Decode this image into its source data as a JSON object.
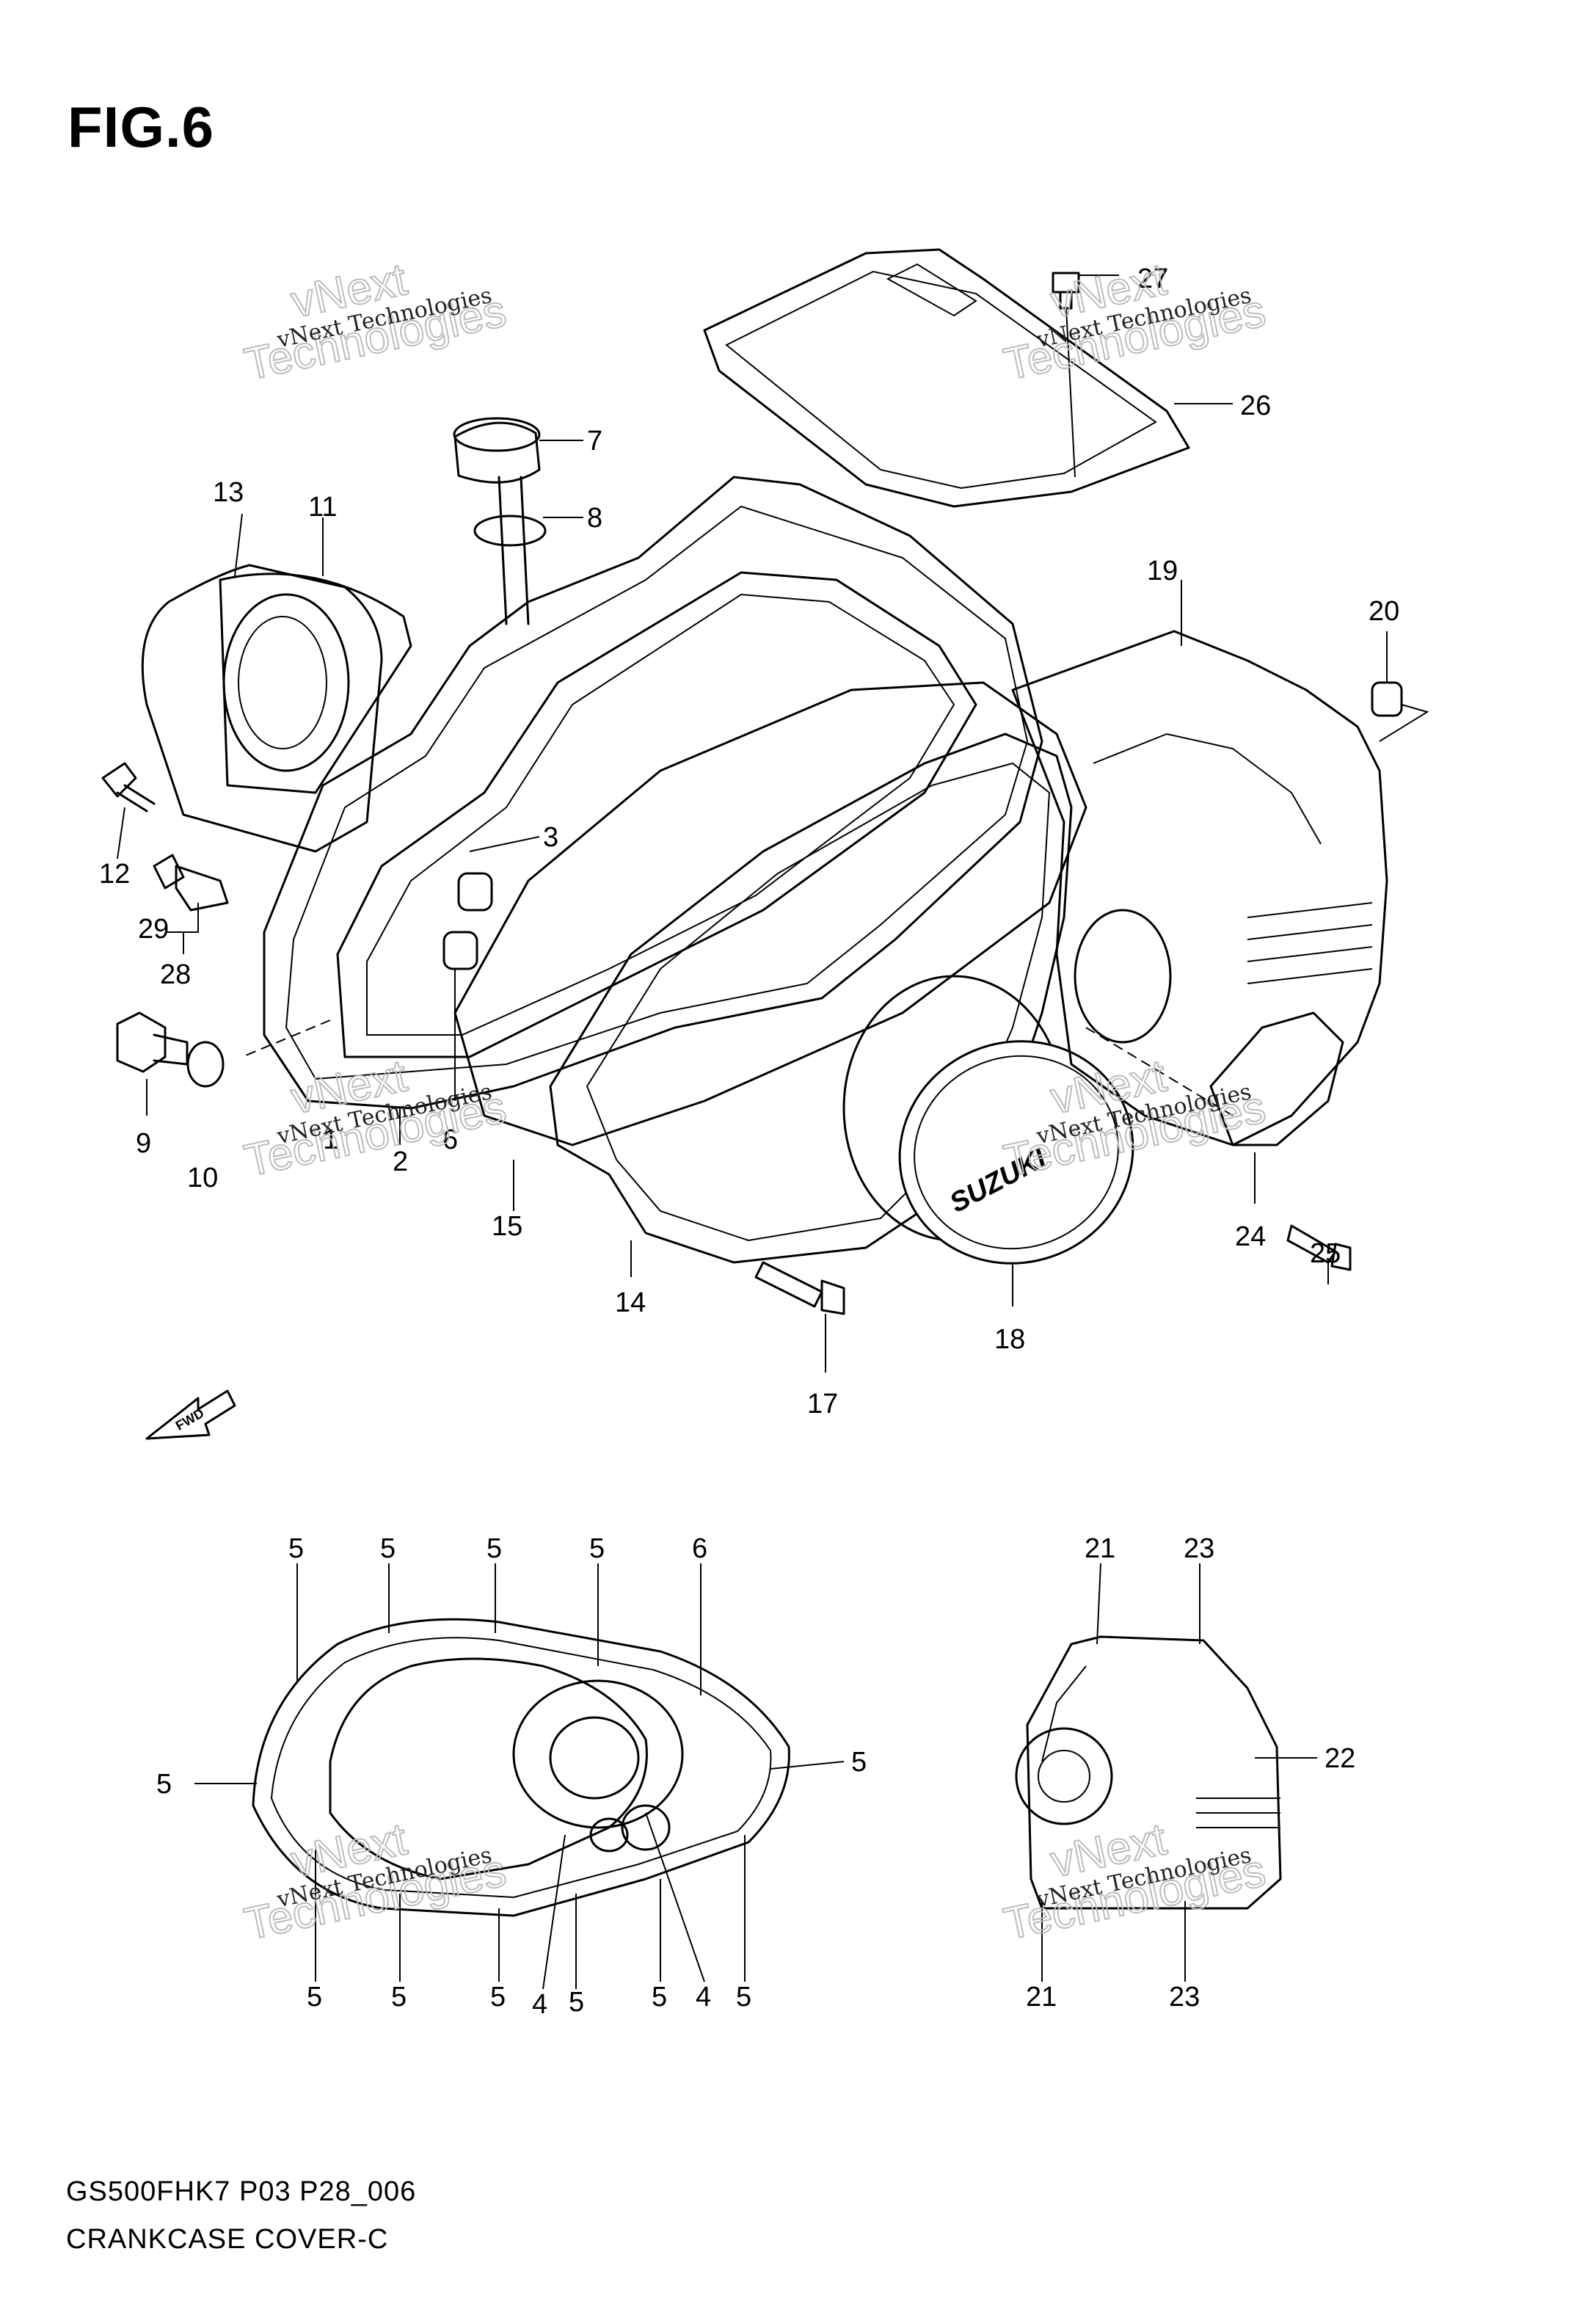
{
  "figure": {
    "title": "FIG.6",
    "model_code": "GS500FHK7 P03 P28_006",
    "part_name": "CRANKCASE COVER-C"
  },
  "watermark": {
    "line1": "vNext",
    "line2": "Technologies",
    "caption": "vNext Technologies"
  },
  "badges": {
    "fwd": "FWD",
    "brand": "SUZUKI"
  },
  "callouts": {
    "c1": "1",
    "c2": "2",
    "c3": "3",
    "c4a": "4",
    "c4b": "4",
    "c5_1": "5",
    "c5_2": "5",
    "c5_3": "5",
    "c5_4": "5",
    "c5_5": "5",
    "c5_6": "5",
    "c5_7": "5",
    "c5_8": "5",
    "c5_9": "5",
    "c5_10": "5",
    "c5_11": "5",
    "c5_12": "5",
    "c6a": "6",
    "c6b": "6",
    "c7": "7",
    "c8": "8",
    "c9": "9",
    "c10": "10",
    "c11": "11",
    "c12": "12",
    "c13": "13",
    "c14": "14",
    "c15": "15",
    "c17": "17",
    "c18": "18",
    "c19": "19",
    "c20": "20",
    "c21a": "21",
    "c21b": "21",
    "c22": "22",
    "c23a": "23",
    "c23b": "23",
    "c24": "24",
    "c25": "25",
    "c26": "26",
    "c27": "27",
    "c28": "28",
    "c29": "29"
  }
}
